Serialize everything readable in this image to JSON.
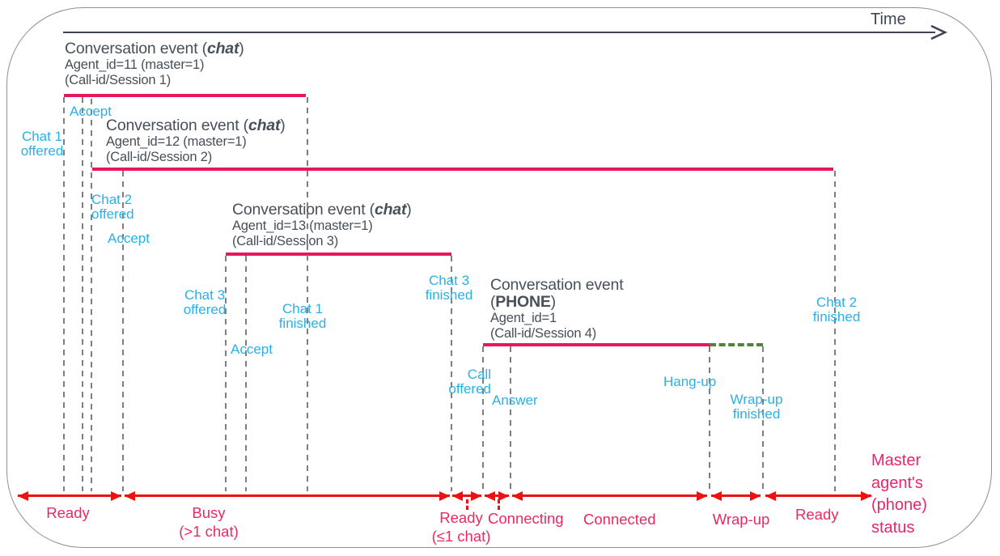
{
  "header": {
    "time_label": "Time"
  },
  "colors": {
    "timeline_pink": "#e8175d",
    "axis_red": "#ee1111",
    "status_pink": "#ea2a64",
    "master_pink": "#e8256d",
    "event_cyan": "#29b0e8",
    "text_dark": "#474f59",
    "dashed_gray": "#7f7f7f",
    "wrapup_green": "#548235",
    "frame_gray": "#8f8f8f"
  },
  "blocks": [
    {
      "title_pre": "Conversation event (",
      "title_em": "chat",
      "title_post": ")",
      "agent": "Agent_id=11 (master=1)",
      "session": "(Call-id/Session 1)"
    },
    {
      "title_pre": "Conversation event (",
      "title_em": "chat",
      "title_post": ")",
      "agent": "Agent_id=12 (master=1)",
      "session": "(Call-id/Session 2)"
    },
    {
      "title_pre": "Conversation event (",
      "title_em": "chat",
      "title_post": ")",
      "agent": "Agent_id=13 (master=1)",
      "session": "(Call-id/Session 3)"
    },
    {
      "title_line1": "Conversation event",
      "title_pre": "(",
      "title_em": "PHONE",
      "title_post": ")",
      "agent": "Agent_id=1",
      "session": "(Call-id/Session 4)"
    }
  ],
  "events": [
    "Chat 1\noffered",
    "Accept",
    "Chat 2\noffered",
    "Accept",
    "Chat 3\noffered",
    "Accept",
    "Chat 1\nfinished",
    "Chat 3\nfinished",
    "Call\noffered",
    "Answer",
    "Hang-up",
    "Wrap-up\nfinished",
    "Chat 2\nfinished"
  ],
  "status_axis": [
    "Ready",
    "Busy\n(>1 chat)",
    "Ready\n(≤1 chat)",
    "Connecting",
    "Connected",
    "Wrap-up",
    "Ready"
  ],
  "footer": {
    "master_label": "Master\nagent's\n(phone)\nstatus"
  }
}
